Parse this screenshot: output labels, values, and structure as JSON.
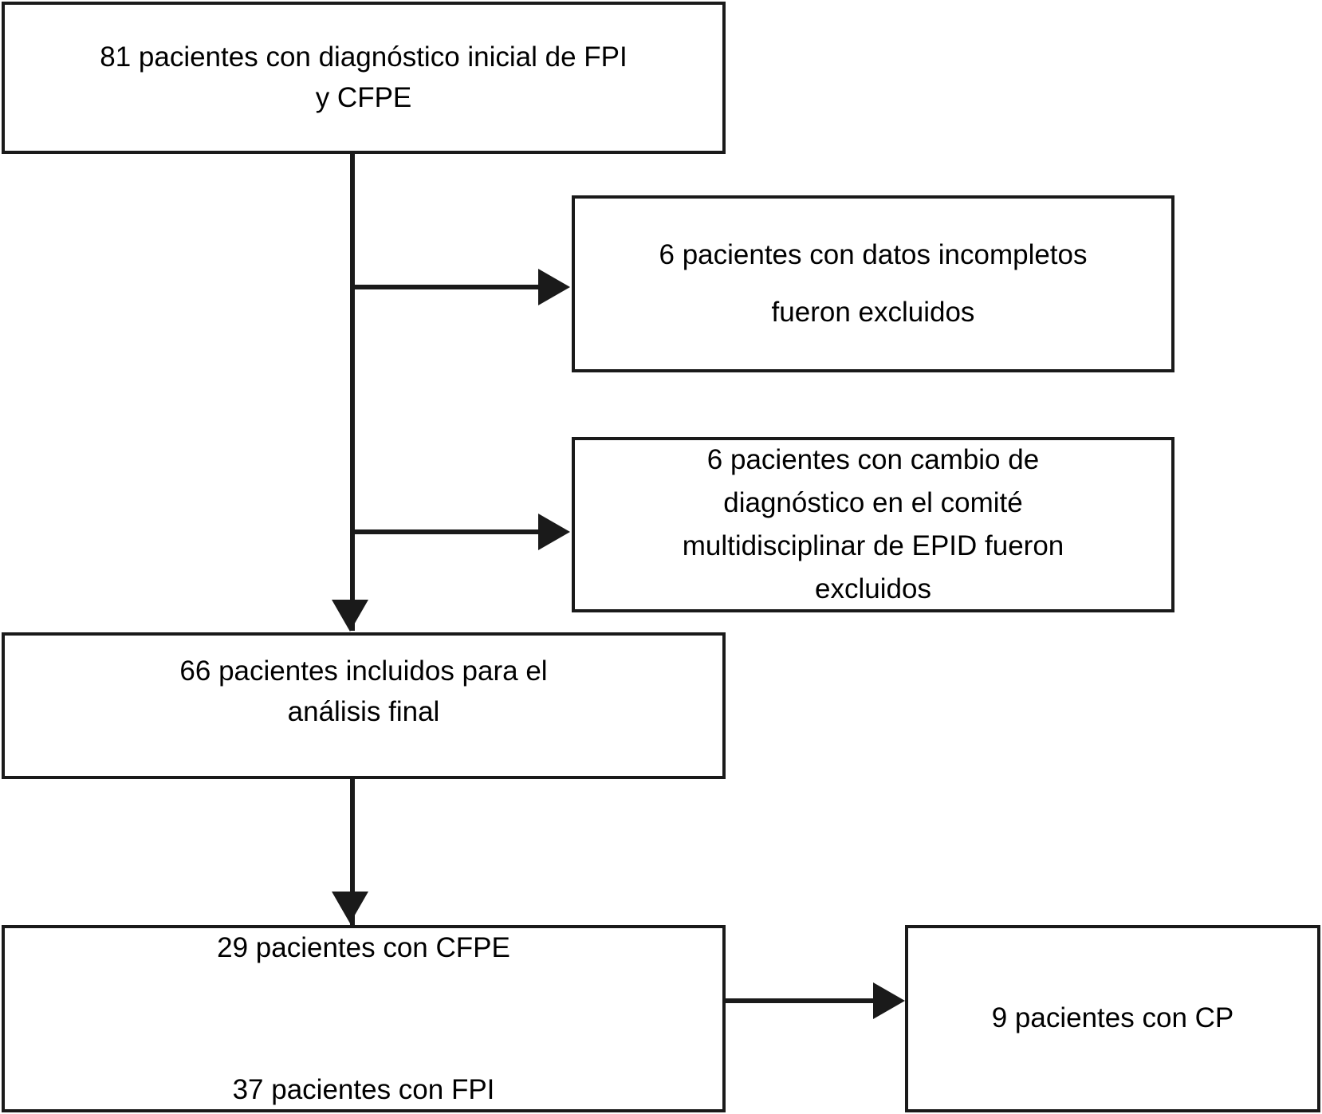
{
  "diagram": {
    "type": "flowchart",
    "language": "es",
    "orientation": "top-down",
    "colors": {
      "stroke": "#1a1a1a",
      "fill": "#ffffff",
      "text": "#000000"
    },
    "nodes": [
      {
        "id": "initial",
        "role": "cohort-start",
        "count": 81,
        "text": "81 pacientes con diagnóstico inicial de FPI\ny CFPE"
      },
      {
        "id": "excluded-incomplete",
        "role": "exclusion",
        "count": 6,
        "text": "6 pacientes con datos incompletos\nfueron excluidos"
      },
      {
        "id": "excluded-diagnosis",
        "role": "exclusion",
        "count": 6,
        "text": "6 pacientes con cambio de\ndiagnóstico en el comité\nmultidisciplinar de EPID fueron\nexcluidos"
      },
      {
        "id": "included",
        "role": "cohort-included",
        "count": 66,
        "text": "66 pacientes incluidos para el\nanálisis final"
      },
      {
        "id": "groups",
        "role": "cohort-split",
        "text": "29 pacientes con CFPE\n\n37 pacientes con FPI"
      },
      {
        "id": "cp",
        "role": "subgroup",
        "count": 9,
        "text": "9 pacientes con CP"
      }
    ],
    "edges": [
      {
        "id": "initial-to-included",
        "from": "initial",
        "to": "included",
        "direction": "down"
      },
      {
        "id": "initial-to-excluded-incomplete",
        "from": "initial",
        "to": "excluded-incomplete",
        "direction": "right"
      },
      {
        "id": "initial-to-excluded-diagnosis",
        "from": "initial",
        "to": "excluded-diagnosis",
        "direction": "right"
      },
      {
        "id": "included-to-groups",
        "from": "included",
        "to": "groups",
        "direction": "down"
      },
      {
        "id": "groups-to-cp",
        "from": "groups",
        "to": "cp",
        "direction": "right"
      }
    ]
  }
}
